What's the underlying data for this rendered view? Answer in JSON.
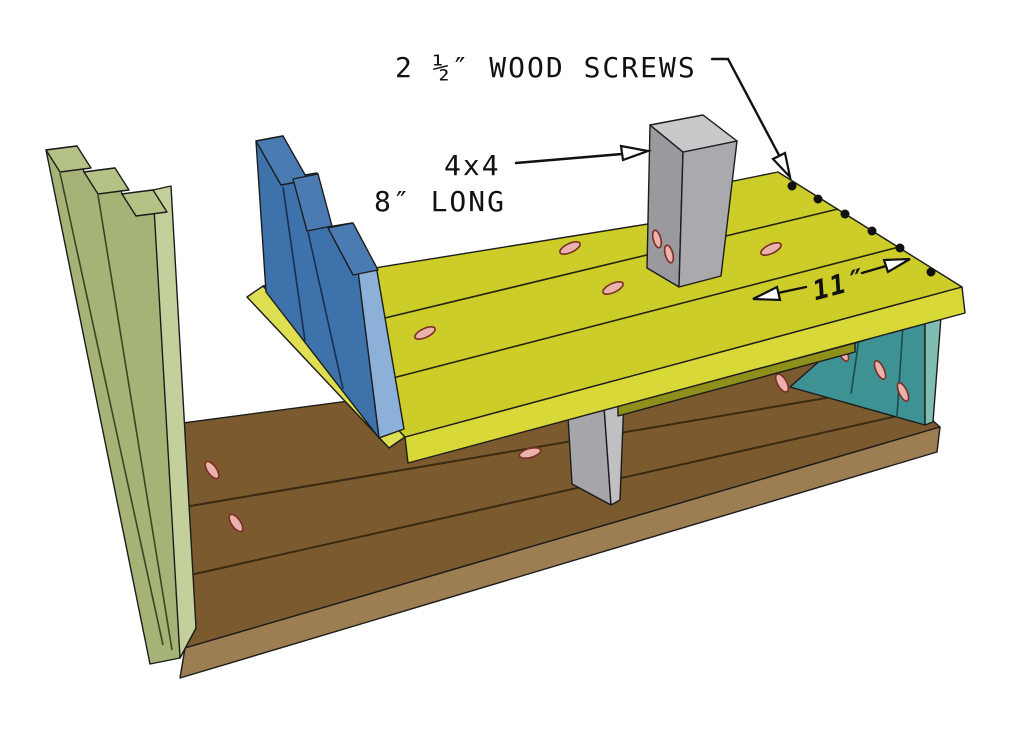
{
  "diagram": {
    "title": "bench planter assembly step diagram",
    "labels": {
      "screws": "2 ½″ WOOD SCREWS",
      "post_size": "4x4",
      "post_length": "8″ LONG",
      "dimension": "11″"
    },
    "parts": [
      {
        "name": "left-end-panel",
        "boards": 3,
        "color_key": "green_face"
      },
      {
        "name": "back-panel-boards",
        "boards": 3,
        "color_key": "blue_dark"
      },
      {
        "name": "seat-shelf-boards",
        "boards": 3,
        "color_key": "yellow_top"
      },
      {
        "name": "bottom-platform-boards",
        "boards": 3,
        "color_key": "brown_top"
      },
      {
        "name": "right-end-panel",
        "boards": 3,
        "color_key": "teal_face"
      },
      {
        "name": "upper-4x4-post",
        "color_key": "gray_left"
      },
      {
        "name": "lower-4x4-post",
        "color_key": "gray2_dark"
      }
    ],
    "colors": {
      "background": "#ffffff",
      "annotation": "#111111",
      "yellow_top": "#cdcd29",
      "yellow_band": "#d8d838",
      "yellow_end": "#dede52",
      "yellow_under": "#8f8f1b",
      "brown_top": "#7a5a2e",
      "brown_band": "#9c7e52",
      "green_face": "#a5b377",
      "green_light": "#c3d09c",
      "green_top": "#b4c286",
      "blue_dark": "#3e72aa",
      "blue_top": "#4a7cb3",
      "blue_light": "#8cb0d8",
      "teal_face": "#3f9294",
      "teal_light": "#7fbdb2",
      "gray_left": "#9a9a9e",
      "gray_right": "#aaaaae",
      "gray_top": "#c9c9cb",
      "gray2_dark": "#a6a6aa",
      "gray2_light": "#c0c0c2",
      "pocket_hole_fill": "#e9b2ac",
      "pocket_hole_stroke": "#7c2e24"
    }
  }
}
